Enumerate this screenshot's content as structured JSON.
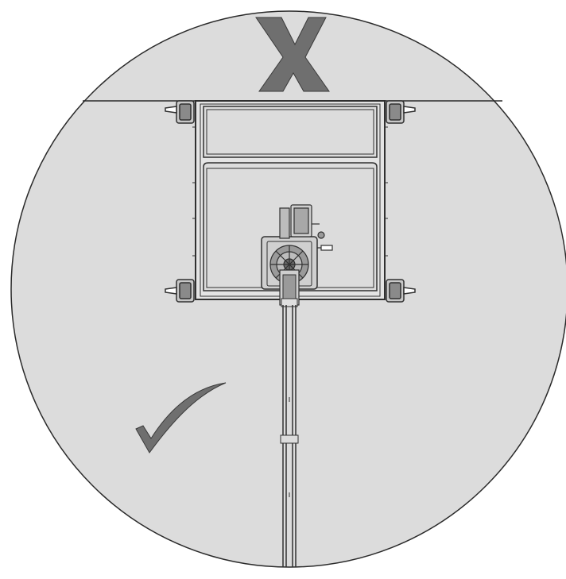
{
  "diagram": {
    "kind": "installation-orientation-illustration",
    "colors": {
      "background": "#ffffff",
      "circle_fill": "#dcdcdc",
      "outline": "#2a2a2a",
      "prohibited_zone_line": "#2a2a2a",
      "symbol_fill": "#6f6f6f",
      "symbol_stroke": "#3a3a3a",
      "machine_stroke": "#303030",
      "machine_fill": "#e4e4e4"
    },
    "symbols": [
      {
        "meaning": "not-allowed",
        "icon": "x-mark-icon"
      },
      {
        "meaning": "allowed",
        "icon": "check-mark-icon"
      }
    ],
    "zones": [
      {
        "name": "prohibited-zone",
        "marked_with": "x-mark-icon"
      },
      {
        "name": "allowed-zone",
        "marked_with": "check-mark-icon"
      }
    ]
  }
}
